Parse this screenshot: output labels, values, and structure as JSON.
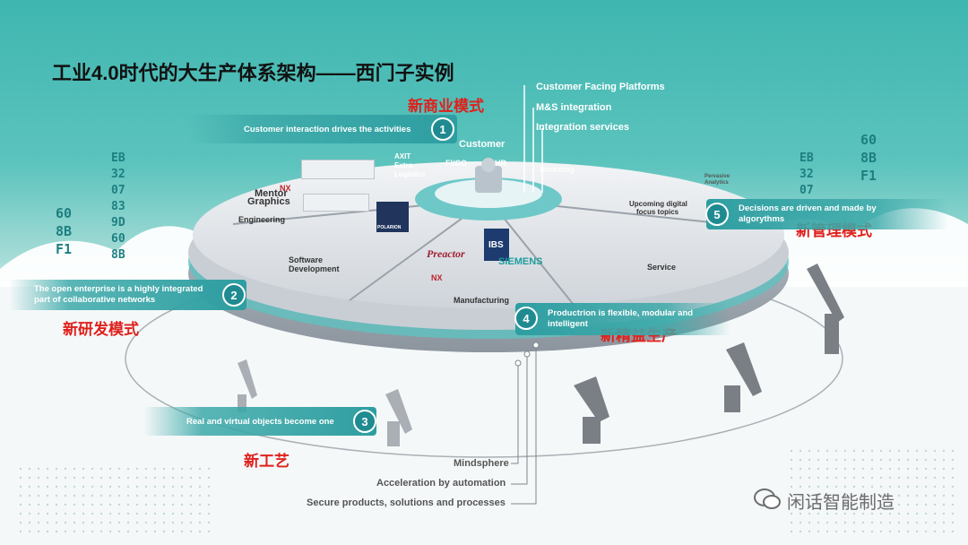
{
  "title": "工业4.0时代的大生产体系架构——西门子实例",
  "red_labels": {
    "business": "新商业模式",
    "management": "新管理模式",
    "rnd": "新研发模式",
    "lean": "新精益生产",
    "process": "新工艺"
  },
  "callouts": [
    {
      "num": "1",
      "text": "Customer interaction drives the activities"
    },
    {
      "num": "2",
      "text": "The open enterprise is a highly integrated part of collaborative networks"
    },
    {
      "num": "3",
      "text": "Real and virtual objects become one"
    },
    {
      "num": "4",
      "text": "Productrion is flexible, modular and intelligent"
    },
    {
      "num": "5",
      "text": "Decisions are driven and made by algorythms"
    }
  ],
  "top_labels": {
    "customer_facing": "Customer Facing Platforms",
    "ms_integration": "M&S integration",
    "integration_services": "Integration services"
  },
  "hub": {
    "customer": "Customer",
    "fico": "FI/CO",
    "hr": "HR",
    "sourcing": "Sourcing",
    "axit_line1": "AXIT",
    "axit_line2": "Extra",
    "axit_line3": "Logistics"
  },
  "sectors": {
    "engineering": "Engineering",
    "software_line1": "Software",
    "software_line2": "Development",
    "manufacturing": "Manufacturing",
    "service": "Service",
    "upcoming_line1": "Upcoming digital",
    "upcoming_line2": "focus topics",
    "pervasive_line1": "Pervasive",
    "pervasive_line2": "Analytics"
  },
  "logos": {
    "nx": "NX",
    "mentor_line1": "Mentor",
    "mentor_line2": "Graphics",
    "polarion": "POLARION",
    "preactor": "Preactor",
    "ibs": "IBS",
    "siemens": "SIEMENS",
    "nx2": "NX"
  },
  "bottom_labels": {
    "mindsphere": "Mindsphere",
    "acceleration": "Acceleration by automation",
    "secure": "Secure products, solutions and processes"
  },
  "watermark": "闲话智能制造",
  "hex_left": "60\n8B\nF1",
  "hex_left2": "EB\n32\n07\n83\n9D\n60\n8B",
  "hex_right": "60\n8B\nF1",
  "hex_right2": "EB\n32\n07",
  "colors": {
    "teal": "#2e9ea1",
    "red": "#e0201b",
    "platform": "#d9dde2"
  }
}
